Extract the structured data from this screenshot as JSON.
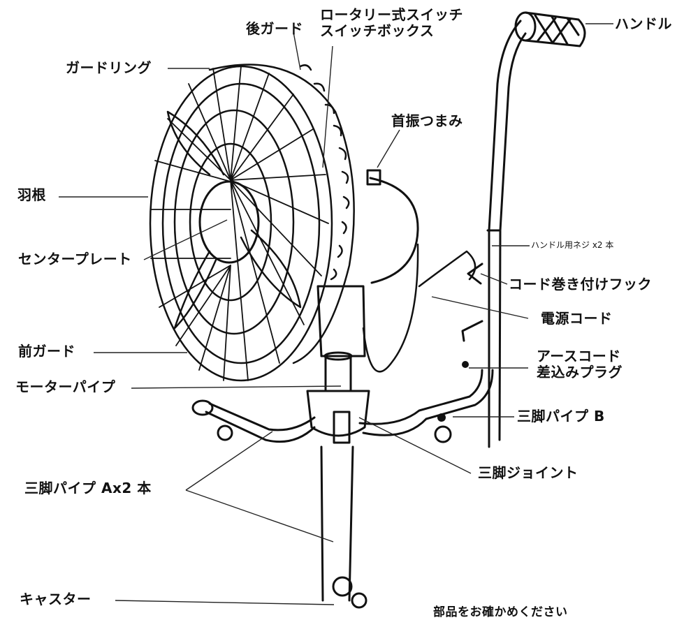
{
  "labels": {
    "rear_guard": "後ガード",
    "rotary_switch": "ロータリー式スイッチ",
    "switch_box": "スイッチボックス",
    "handle": "ハンドル",
    "guard_ring": "ガードリング",
    "swing_knob": "首振つまみ",
    "blade": "羽根",
    "center_plate": "センタープレート",
    "handle_screw": "ハンドル用ネジ x2 本",
    "cord_hook": "コード巻き付けフック",
    "power_cord": "電源コード",
    "front_guard": "前ガード",
    "earth_cord": "アースコード",
    "plug": "差込みプラグ",
    "motor_pipe": "モーターパイプ",
    "tripod_pipe_b": "三脚パイプ B",
    "tripod_joint": "三脚ジョイント",
    "tripod_pipe_a": "三脚パイプ Ax2 本",
    "caster": "キャスター",
    "footer_note": "部品をお確かめください"
  }
}
